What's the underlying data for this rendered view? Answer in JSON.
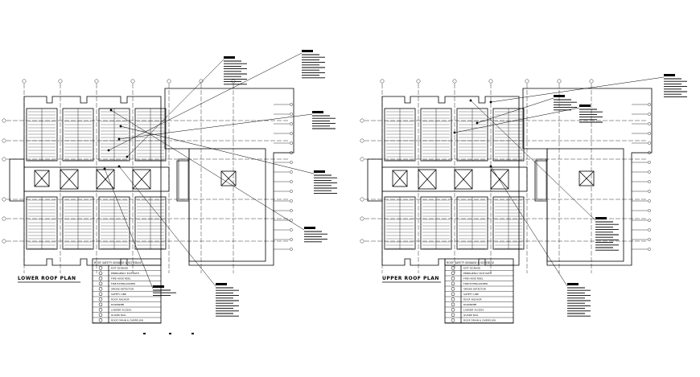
{
  "drawing": {
    "background": "#ffffff",
    "ink": "#000000"
  },
  "plans": [
    {
      "id": "lower",
      "title": "LOWER ROOF PLAN",
      "legend_title": "ROOF SAFETY SIGNAGE & SCHEDULE",
      "legend_rows": [
        "EXIT SIGNAGE",
        "EMERGENCY EXIT PATH",
        "FIRE HOSE REEL",
        "FIRE EXTINGUISHER",
        "SMOKE DETECTOR",
        "SAFETY LINE",
        "ROOF ANCHOR",
        "DOWNPIPE",
        "LADDER ACCESS",
        "GUARD RAIL",
        "ROOF DRAIN & OVERFLOW"
      ]
    },
    {
      "id": "upper",
      "title": "UPPER ROOF PLAN",
      "legend_title": "ROOF SAFETY SIGNAGE & SCHEDULE",
      "legend_rows": [
        "EXIT SIGNAGE",
        "EMERGENCY EXIT PATH",
        "FIRE HOSE REEL",
        "FIRE EXTINGUISHER",
        "SMOKE DETECTOR",
        "SAFETY LINE",
        "ROOF ANCHOR",
        "DOWNPIPE",
        "LADDER ACCESS",
        "GUARD RAIL",
        "ROOF DRAIN & OVERFLOW"
      ]
    }
  ]
}
